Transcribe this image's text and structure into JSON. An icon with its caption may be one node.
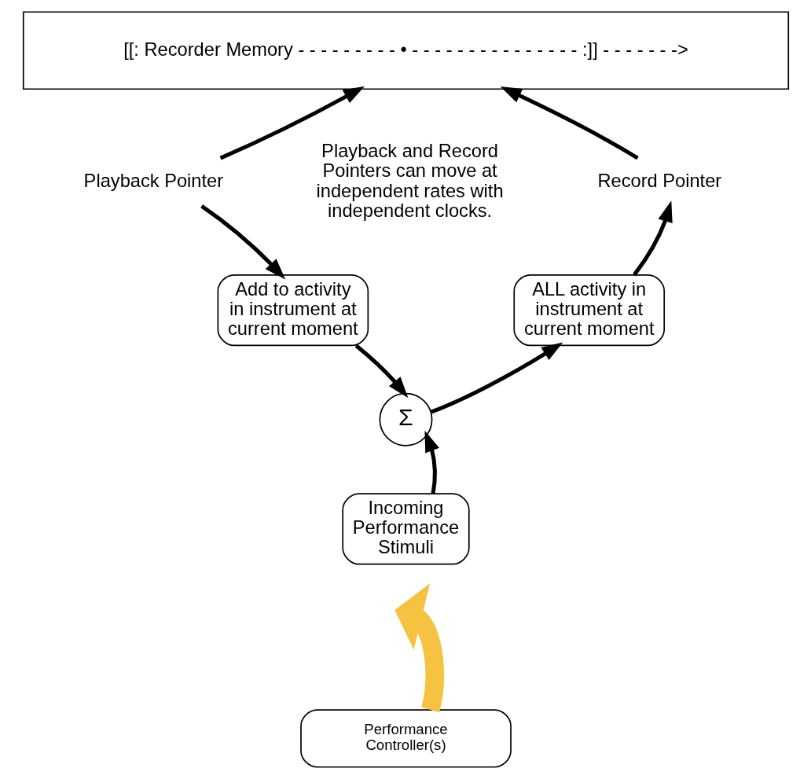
{
  "diagram": {
    "nodes": [
      {
        "text": [
          "[[: Recorder Memory - - - - - - - - - • - - - - - - - - - - - - - - - :]] - - - - - - ->"
        ]
      },
      {
        "text": [
          "Playback Pointer"
        ]
      },
      {
        "text": [
          "Record Pointer"
        ]
      },
      {
        "text": [
          "Add to activity in instrument at current moment"
        ]
      },
      {
        "text": [
          "ALL activity in instrument at current moment"
        ]
      },
      {
        "text": [
          "Σ"
        ]
      },
      {
        "text": [
          "Incoming Performance Stimuli"
        ]
      },
      {
        "text": [
          "Performance Controller(s)"
        ]
      }
    ],
    "edges": [
      {
        "from": 1,
        "to": 0,
        "arrow": "to"
      },
      {
        "from": 2,
        "to": 0,
        "arrow": "to"
      },
      {
        "from": 1,
        "to": 3,
        "arrow": "to"
      },
      {
        "from": 4,
        "to": 2,
        "arrow": "to"
      },
      {
        "from": 3,
        "to": 5,
        "arrow": "to"
      },
      {
        "from": 5,
        "to": 4,
        "arrow": "to"
      },
      {
        "from": 6,
        "to": 5,
        "arrow": "to"
      },
      {
        "from": 7,
        "to": null,
        "arrow": "to",
        "style": "thick",
        "color": "#f5c242"
      }
    ],
    "labels": [
      "Playback and Record Pointers can move at independent rates with independent clocks."
    ]
  }
}
